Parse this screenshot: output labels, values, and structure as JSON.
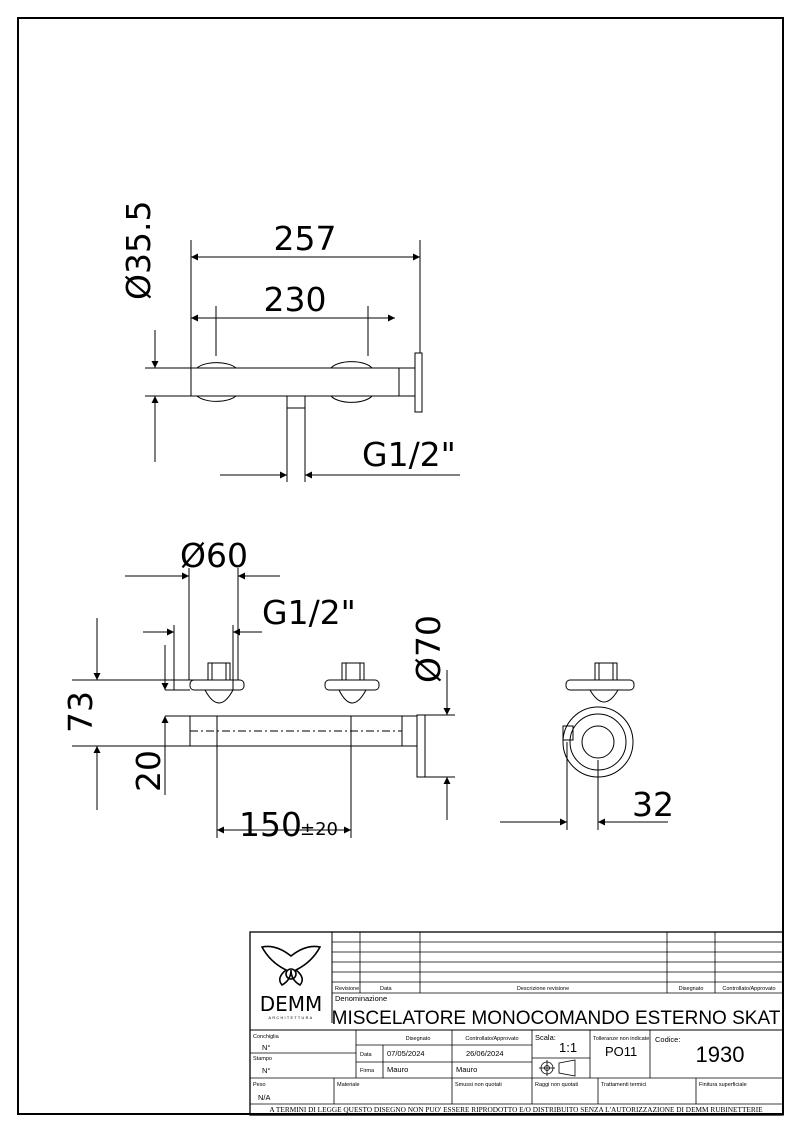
{
  "dimensions": {
    "top_view": {
      "overall_length": "257",
      "center_distance": "230",
      "body_diameter": "Ø35.5",
      "outlet_thread": "G1/2\""
    },
    "front_view": {
      "handle_diameter": "Ø60",
      "inlet_thread": "G1/2\"",
      "flange_diameter": "Ø70",
      "height": "73",
      "body_height": "20",
      "center_distance": "150",
      "tolerance": "±20"
    },
    "side_view": {
      "depth": "32"
    }
  },
  "title_block": {
    "logo_text": "DEMM",
    "logo_subtext": "ARCHITETTURA",
    "revision_headers": {
      "revisione": "Revisione",
      "data": "Data",
      "descrizione": "Descrizione revisione",
      "disegnato": "Disegnato",
      "controllato": "Controllato/Approvato"
    },
    "denominazione_label": "Denominazione",
    "title": "MISCELATORE MONOCOMANDO ESTERNO SKAT",
    "conchiglia_label": "Conchiglia",
    "conchiglia_value": "N°",
    "stampo_label": "Stampo",
    "stampo_value": "N°",
    "disegnato_label": "Disegnato",
    "controllato_label": "Controllato/Approvato",
    "data_label": "Data",
    "firma_label": "Firma",
    "date_drawn": "07/05/2024",
    "date_approved": "26/06/2024",
    "drawn_by": "Mauro",
    "approved_by": "Mauro",
    "scala_label": "Scala:",
    "scala_value": "1:1",
    "tolleranze_label": "Tolleranze non indicate",
    "tolleranze_value": "PO11",
    "codice_label": "Codice:",
    "codice_value": "1930",
    "peso_label": "Peso",
    "peso_value": "N/A",
    "materiale_label": "Materiale",
    "smussi_label": "Smussi non quotati",
    "raggi_label": "Raggi non quotati",
    "trattamenti_label": "Trattamenti termici",
    "finitura_label": "Finitura superficiale",
    "footer": "A TERMINI DI LEGGE QUESTO DISEGNO NON PUO' ESSERE RIPRODOTTO E/O DISTRIBUITO SENZA L'AUTORIZZAZIONE DI DEMM RUBINETTERIE"
  }
}
